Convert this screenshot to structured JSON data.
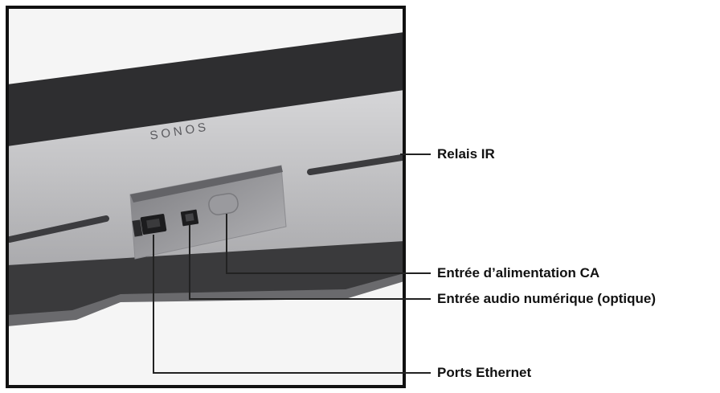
{
  "product": {
    "brand_marking": "SONOS"
  },
  "callouts": [
    {
      "id": "ir",
      "label": "Relais IR"
    },
    {
      "id": "power",
      "label": "Entrée d’alimentation CA"
    },
    {
      "id": "optical",
      "label": "Entrée audio numérique (optique)"
    },
    {
      "id": "ethernet",
      "label": "Ports Ethernet"
    }
  ],
  "colors": {
    "speaker_body": "#c4c4c6",
    "speaker_dark": "#2e2e30",
    "background": "#f4f4f4",
    "frame": "#111111",
    "leader_lines": "#222222"
  }
}
